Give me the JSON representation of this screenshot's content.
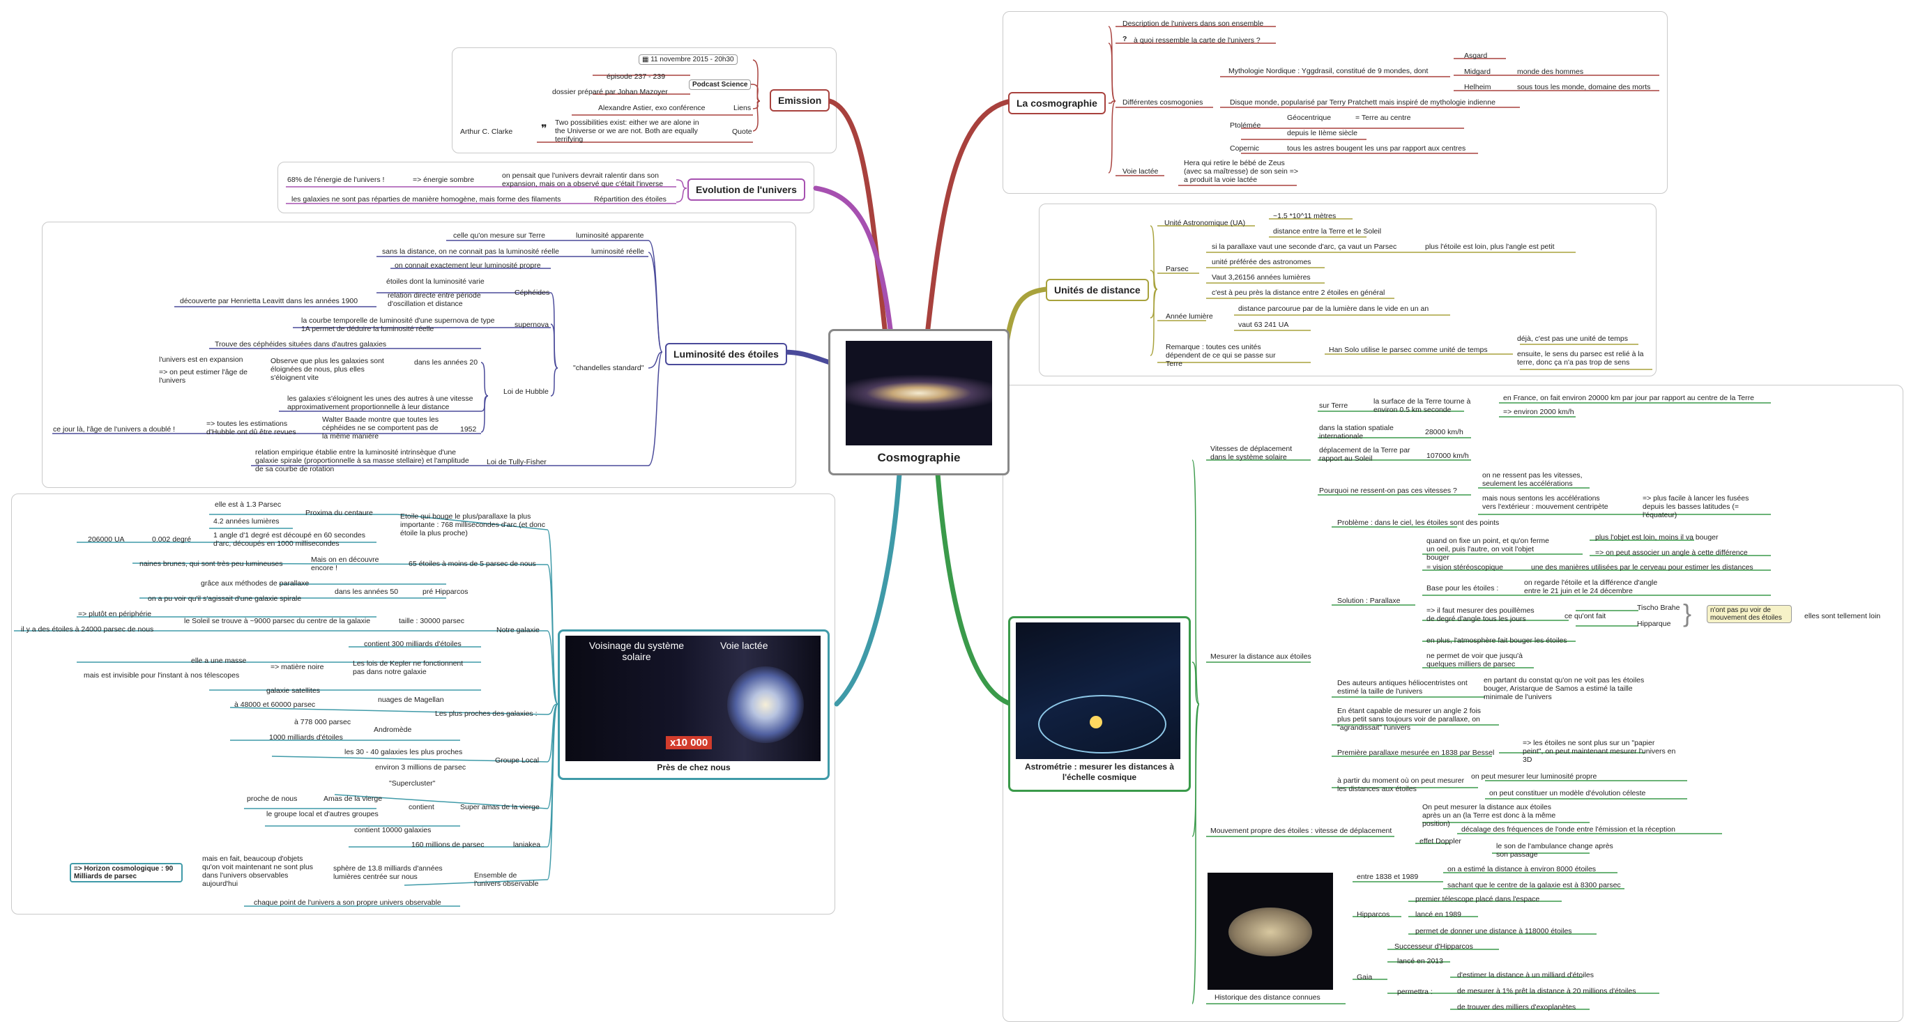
{
  "center": {
    "title": "Cosmographie"
  },
  "emission": {
    "title": "Emission",
    "date": "11 novembre 2015 - 20h30",
    "podcast": "Podcast Science",
    "episode": "épisode 237 - 239",
    "dossier": "dossier préparé par Johan Mazoyer",
    "liens": "Liens",
    "liens_value": "Alexandre Astier, exo conférence",
    "quote": "Quote",
    "quote_text": "Two possibilities exist: either we are alone in the Universe or we are not. Both are equally terrifying",
    "quote_author": "Arthur C. Clarke"
  },
  "evolution": {
    "title": "Evolution de l'univers",
    "e1": "68% de l'énergie de l'univers !",
    "e2": "=> énergie sombre",
    "e3": "on pensait que l'univers devrait ralentir dans son expansion, mais on a observé que c'était l'inverse",
    "e4": "les galaxies ne sont pas réparties de manière homogène, mais forme des filaments",
    "e5": "Répartition des étoiles"
  },
  "luminosite": {
    "title": "Luminosité des étoiles",
    "l1": "celle qu'on mesure sur Terre",
    "l2": "luminosité apparente",
    "l3": "sans la distance, on ne connait pas la luminosité réelle",
    "l4": "luminosité réelle",
    "l5": "on connait exactement leur luminosité propre",
    "l6": "étoiles dont la luminosité varie",
    "l7": "relation directe entre période d'oscillation et distance",
    "l8": "découverte par Henrietta Leavitt dans les années 1900",
    "l9": "Céphéides",
    "l10": "la courbe temporelle de luminosité d'une supernova de type 1A permet de déduire la luminosité réelle",
    "l11": "supernova",
    "l12": "\"chandelles standard\"",
    "l13": "Trouve des céphéides situées dans d'autres galaxies",
    "l14": "l'univers est en expansion",
    "l15": "=> on peut estimer l'âge de l'univers",
    "l16": "Observe que plus les galaxies sont éloignées de nous, plus elles s'éloignent vite",
    "l17": "dans les années 20",
    "l18": "les galaxies s'éloignent les unes des autres à une vitesse approximativement proportionnelle à leur distance",
    "l19": "Loi de Hubble",
    "l20": "ce jour là, l'âge de l'univers a doublé !",
    "l21": "=> toutes les estimations d'Hubble ont dû être revues",
    "l22": "Walter Baade montre que toutes les céphéides ne se comportent pas de la même manière",
    "l23": "1952",
    "l24": "relation empirique établie entre la luminosité intrinsèque d'une galaxie spirale (proportionnelle à sa masse stellaire) et l'amplitude de sa courbe de rotation",
    "l25": "Loi de Tully-Fisher"
  },
  "proche": {
    "title": "Près de chez nous",
    "img_left": "Voisinage du système solaire",
    "img_right": "Voie lactée",
    "img_factor": "x10 000",
    "p1": "elle est à 1.3 Parsec",
    "p2": "Proxima du centaure",
    "p3": "4.2 années lumières",
    "p4": "Etoile qui bouge le plus/parallaxe la plus importante : 768 millisecondes d'arc (et donc étoile la plus proche)",
    "p5": "206000 UA",
    "p6": "0.002 degré",
    "p7": "1 angle d'1 degré est découpé en 60 secondes d'arc, découpés en 1000 millisecondes",
    "p8": "naines brunes, qui sont très peu lumineuses",
    "p9": "Mais on en découvre encore !",
    "p10": "65 étoiles à moins de 5 parsec de nous",
    "p11": "grâce aux méthodes de parallaxe",
    "p12": "dans les années 50",
    "p13": "pré Hipparcos",
    "p14": "on a pu voir qu'il s'agissait d'une galaxie spirale",
    "p15": "=> plutôt en périphérie",
    "p16": "le Soleil se trouve à ~9000 parsec du centre de la galaxie",
    "p17": "il y a des étoiles à 24000 parsec de nous",
    "p18": "taille : 30000 parsec",
    "p19": "contient 300 milliards d'étoiles",
    "p20": "Notre galaxie",
    "p21": "elle a une masse",
    "p22": "=> matière noire",
    "p23": "mais est invisible pour l'instant à nos télescopes",
    "p24": "Les lois de Kepler ne fonctionnent pas dans notre galaxie",
    "p25": "galaxie satellites",
    "p26": "nuages de Magellan",
    "p27": "à 48000 et 60000 parsec",
    "p28": "à 778 000 parsec",
    "p29": "Andromède",
    "p30": "1000 milliards d'étoiles",
    "p31": "Les plus proches des galaxies :",
    "p32": "les 30 - 40 galaxies les plus proches",
    "p33": "environ 3 millions de parsec",
    "p34": "Groupe Local",
    "p35": "\"Supercluster\"",
    "p36": "proche de nous",
    "p37": "Amas de la vierge",
    "p38": "le groupe local et d'autres groupes",
    "p39": "contient",
    "p40": "contient 10000 galaxies",
    "p41": "Super amas de la vierge",
    "p42": "160 millions de parsec",
    "p43": "laniakea",
    "p44": "=> Horizon cosmologique : 90 Milliards de parsec",
    "p45": "mais en fait, beaucoup d'objets qu'on voit maintenant ne sont plus dans l'univers observables aujourd'hui",
    "p46": "sphère de 13.8 milliards d'années lumières centrée sur nous",
    "p47": "Ensemble de l'univers observable",
    "p48": "chaque point de l'univers a son propre univers observable"
  },
  "cosmo": {
    "title": "La cosmographie",
    "c1": "Description de l'univers dans son ensemble",
    "c2": "à quoi ressemble la carte de l'univers ?",
    "c3": "Mythologie Nordique : Yggdrasil, constitué de 9 mondes, dont",
    "c4": "Asgard",
    "c5": "Midgard",
    "c6": "monde des hommes",
    "c7": "Helheim",
    "c8": "sous tous les monde, domaine des morts",
    "c9": "Différentes cosmogonies",
    "c10": "Disque monde, popularisé par Terry Pratchett mais inspiré de mythologie indienne",
    "c11": "Géocentrique",
    "c12": "= Terre au centre",
    "c13": "Ptolémée",
    "c14": "depuis le IIème siècle",
    "c15": "Copernic",
    "c16": "tous les astres bougent les uns par rapport aux centres",
    "c17": "Voie lactée",
    "c18": "Hera qui retire le bébé de Zeus (avec sa maîtresse) de son sein => a produit la voie lactée"
  },
  "unites": {
    "title": "Unités de distance",
    "u1": "Unité Astronomique (UA)",
    "u2": "~1.5 *10^11 mètres",
    "u3": "distance entre la Terre et le Soleil",
    "u4": "si la parallaxe vaut une seconde d'arc, ça vaut un Parsec",
    "u5": "plus l'étoile est loin, plus l'angle est petit",
    "u6": "unité préférée des astronomes",
    "u7": "Parsec",
    "u8": "Vaut 3,26156 années lumières",
    "u9": "c'est à peu près la distance entre 2 étoiles en général",
    "u10": "distance parcourue par de la lumière dans le vide en un an",
    "u11": "Année lumière",
    "u12": "vaut 63 241 UA",
    "u13": "Remarque : toutes ces unités dépendent de ce qui se passe sur Terre",
    "u14": "Han Solo utilise le parsec comme unité de temps",
    "u15": "déjà, c'est pas une unité de temps",
    "u16": "ensuite, le sens du parsec est relié à la terre, donc ça n'a pas trop de sens"
  },
  "astro": {
    "title": "Astrométrie : mesurer les distances à l'échelle cosmique",
    "a1": "Vitesses de déplacement dans le système solaire",
    "a2": "sur Terre",
    "a3": "la surface de la Terre tourne à environ 0.5 km seconde",
    "a4": "en France, on fait environ 20000 km par jour par rapport au centre de la Terre",
    "a5": "=> environ 2000 km/h",
    "a6": "dans la station spatiale internationale",
    "a7": "28000 km/h",
    "a8": "déplacement de la Terre par rapport au Soleil",
    "a9": "107000 km/h",
    "a10": "Pourquoi ne ressent-on pas ces vitesses ?",
    "a11": "on ne ressent pas les vitesses, seulement les accélérations",
    "a12": "mais nous sentons les accélérations vers l'extérieur : mouvement centripète",
    "a13": "=> plus facile à lancer les fusées depuis les basses latitudes (= l'équateur)",
    "a14": "Problème : dans le ciel, les étoiles sont des points",
    "a15": "quand on fixe un point, et qu'on ferme un oeil, puis l'autre, on voit l'objet bouger",
    "a16": "plus l'objet est loin, moins il va bouger",
    "a17": "=> on peut associer un angle à cette différence",
    "a18": "= vision stéréoscopique",
    "a19": "une des manières utilisées par le cerveau pour estimer les distances",
    "a20": "Base pour les étoiles :",
    "a21": "on regarde l'étoile et la différence d'angle entre le 21 juin et le 24 décembre",
    "a22": "=> il faut mesurer des pouillèmes de degré d'angle tous les jours",
    "a23": "ce qu'ont fait",
    "a24": "Tischo Brahe",
    "a25": "Hipparque",
    "a26": "n'ont pas pu voir de mouvement des étoiles",
    "a27": "elles sont tellement loin",
    "a28": "Solution : Parallaxe",
    "a29": "en plus, l'atmosphère fait bouger les étoiles",
    "a30": "ne permet de voir que jusqu'à quelques milliers de parsec",
    "a31": "Mesurer la distance aux étoiles",
    "a32": "Des auteurs antiques héliocentristes ont estimé la taille de l'univers",
    "a33": "en partant du constat qu'on ne voit pas les étoiles bouger, Aristarque de Samos a estimé la taille minimale de l'univers",
    "a34": "En étant capable de mesurer un angle 2 fois plus petit sans toujours voir de parallaxe, on \"agrandissait\" l'univers",
    "a35": "Première parallaxe mesurée en 1838 par Bessel",
    "a36": "=> les étoiles ne sont plus sur un \"papier peint\", on peut maintenant mesurer l'univers en 3D",
    "a37": "à partir du moment où on peut mesurer les distances aux étoiles",
    "a38": "on peut mesurer leur luminosité propre",
    "a39": "on peut constituer un modèle d'évolution céleste",
    "a40": "Mouvement propre des étoiles : vitesse de déplacement",
    "a41": "On peut mesurer la distance aux étoiles après un an (la Terre est donc à la même position)",
    "a42": "effet Doppler",
    "a43": "décalage des fréquences de l'onde entre l'émission et la réception",
    "a44": "le son de l'ambulance change après son passage",
    "a45": "Historique des distance connues",
    "a46": "entre 1838 et 1989",
    "a47": "on a estimé la distance à environ 8000 étoiles",
    "a48": "sachant que le centre de la galaxie est à 8300 parsec",
    "a49": "Hipparcos",
    "a50": "premier télescope placé dans l'espace",
    "a51": "lancé en 1989",
    "a52": "permet de donner une distance à 118000 étoiles",
    "a53": "Gaia",
    "a54": "Successeur d'Hipparcos",
    "a55": "lancé en 2013",
    "a56": "permettra :",
    "a57": "d'estimer la distance à un milliard d'étoiles",
    "a58": "de mesurer à 1% prêt la distance à 20 millions d'étoiles",
    "a59": "de trouver des milliers d'exoplanètes"
  },
  "colors": {
    "emission": "#a8413d",
    "evolution": "#a650b0",
    "luminosite": "#4a4a9a",
    "proche": "#3f9aa8",
    "cosmo": "#a8413d",
    "unites": "#a8a23c",
    "astro": "#3a9a4a"
  }
}
